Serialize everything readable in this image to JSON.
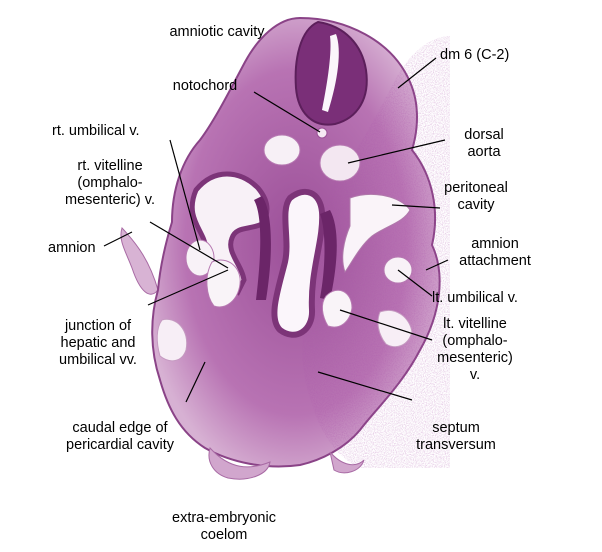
{
  "labels": {
    "amniotic_cavity": "amniotic cavity",
    "dm6": "dm 6 (C-2)",
    "notochord": "notochord",
    "rt_umbilical": "rt. umbilical v.",
    "rt_vitelline": [
      "rt. vitelline",
      "(omphalo-",
      "mesenteric) v."
    ],
    "dorsal_aorta": [
      "dorsal",
      "aorta"
    ],
    "peritoneal_cavity": [
      "peritoneal",
      "cavity"
    ],
    "amnion": "amnion",
    "amnion_attachment": [
      "amnion",
      "attachment"
    ],
    "lt_umbilical": "lt. umbilical v.",
    "lt_vitelline": [
      "lt. vitelline",
      "(omphalo-",
      "mesenteric)",
      "v."
    ],
    "junction": [
      "junction of",
      "hepatic and",
      "umbilical vv."
    ],
    "caudal_edge": [
      "caudal edge of",
      "pericardial cavity"
    ],
    "septum": [
      "septum",
      "transversum"
    ],
    "extra_embryonic": [
      "extra-embryonic",
      "coelom"
    ]
  },
  "colors": {
    "tissue_dark": "#6f2f6e",
    "tissue_mid": "#a45aa0",
    "tissue_light": "#d3a9cf",
    "lumen": "#f6eef5",
    "leader": "#000000"
  }
}
